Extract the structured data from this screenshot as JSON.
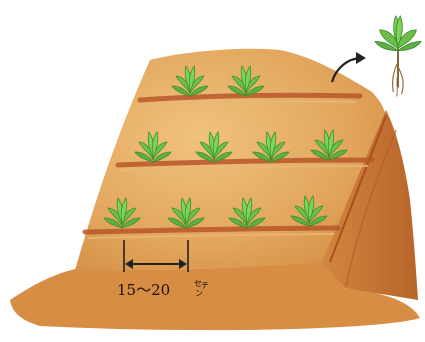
{
  "illustration": {
    "spacing_label": "15～20",
    "spacing_unit_top": "セ",
    "spacing_unit_bottom": "ン",
    "spacing_unit_right": "チ",
    "rows": [
      {
        "plants": 2
      },
      {
        "plants": 4
      },
      {
        "plants": 4
      }
    ],
    "colors": {
      "soil_light": "#e7b36a",
      "soil_mid": "#d9924a",
      "soil_dark": "#c4682c",
      "furrow": "#b9572a",
      "leaf": "#6cc04a",
      "leaf_dark": "#3f8f2e",
      "arrow": "#222222"
    },
    "icons": [
      "seedling-icon",
      "curved-arrow-icon",
      "dimension-arrow-icon"
    ]
  }
}
